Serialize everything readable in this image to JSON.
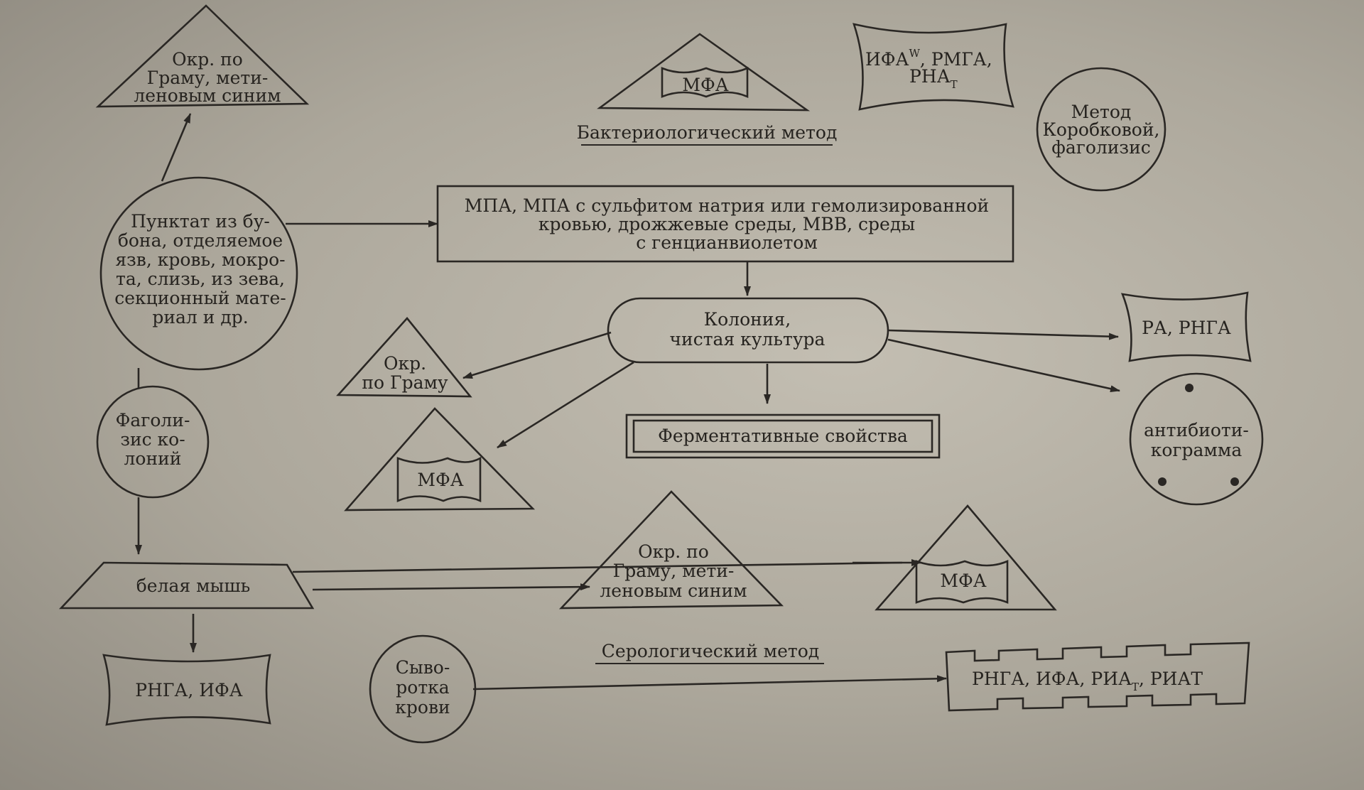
{
  "diagram": {
    "tri_top_left": {
      "lines": [
        "Окр. по",
        "Граму, мети-",
        "леновым синим"
      ]
    },
    "tri_mfa_top": {
      "label": "МФА"
    },
    "top_wavy": {
      "line1": "ИФА",
      "line1_sup": "W",
      "line1_rest": ", РМГА,",
      "line2": "РНА",
      "line2_sub": "Т"
    },
    "circle_korobkova": {
      "lines": [
        "Метод",
        "Коробковой,",
        "фаголизис"
      ]
    },
    "bact_method": {
      "label": "Бактериологический метод"
    },
    "sample_circle": {
      "lines": [
        "Пунктат из бу-",
        "бона, отделяемое",
        "язв, кровь, мокро-",
        "та, слизь, из зева,",
        "секционный мате-",
        "риал и др."
      ]
    },
    "media_box": {
      "lines": [
        "МПА, МПА с сульфитом натрия или гемолизированной",
        "кровью, дрожжевые среды, МВВ, среды",
        "с генцианвиолетом"
      ]
    },
    "colony": {
      "lines": [
        "Колония,",
        "чистая культура"
      ]
    },
    "tri_gram_mid": {
      "lines": [
        "Окр.",
        "по Граму"
      ]
    },
    "tri_mfa_mid": {
      "label": "МФА"
    },
    "enzyme_box": {
      "label": "Ферментативные свойства"
    },
    "ra_rnga": {
      "label": "РА, РНГА"
    },
    "antibiogram": {
      "lines": [
        "антибиоти-",
        "кограмма"
      ]
    },
    "phagolysis_circle": {
      "lines": [
        "Фаголи-",
        "зис ко-",
        "лоний"
      ]
    },
    "white_mouse": {
      "label": "белая мышь"
    },
    "tri_gram_bottom": {
      "lines": [
        "Окр. по",
        "Граму, мети-",
        "леновым синим"
      ]
    },
    "tri_mfa_bottom": {
      "label": "МФА"
    },
    "rnga_ifa_bottom": {
      "label": "РНГА, ИФА"
    },
    "sero_method": {
      "label": "Серологический метод"
    },
    "serum_circle": {
      "lines": [
        "Сыво-",
        "ротка",
        "крови"
      ]
    },
    "serology_box": {
      "part1": "РНГА, ИФА, РИА",
      "part1_sub": "Т",
      "part2": ", РИАТ"
    }
  }
}
